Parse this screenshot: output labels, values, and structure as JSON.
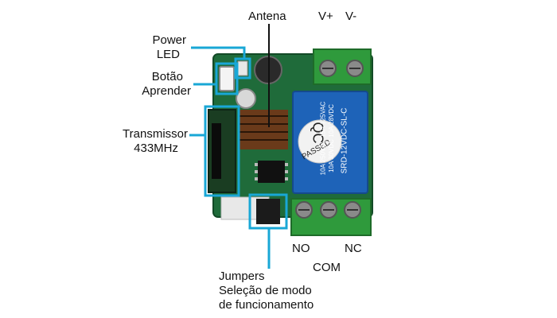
{
  "labels": {
    "antenna": "Antena",
    "vplus": "V+",
    "vminus": "V-",
    "power_led_line1": "Power",
    "power_led_line2": "LED",
    "learn_button_line1": "Botão",
    "learn_button_line2": "Aprender",
    "transmitter_line1": "Transmissor",
    "transmitter_line2": "433MHz",
    "no": "NO",
    "com": "COM",
    "nc": "NC",
    "jumpers_line1": "Jumpers",
    "jumpers_line2": "Seleção de modo",
    "jumpers_line3": "de funcionamento"
  },
  "relay": {
    "brand": "QC",
    "stamp": "PASSED",
    "rating1": "10A 250VAC  15A 125VAC",
    "rating2": "10A 30VDC  10A 28VDC",
    "model": "SRD-12VDC-SL-C"
  },
  "colors": {
    "pcb": "#1f6b3a",
    "terminal": "#2f9a3c",
    "relay": "#1e63b8",
    "highlight": "#19a7d6"
  }
}
